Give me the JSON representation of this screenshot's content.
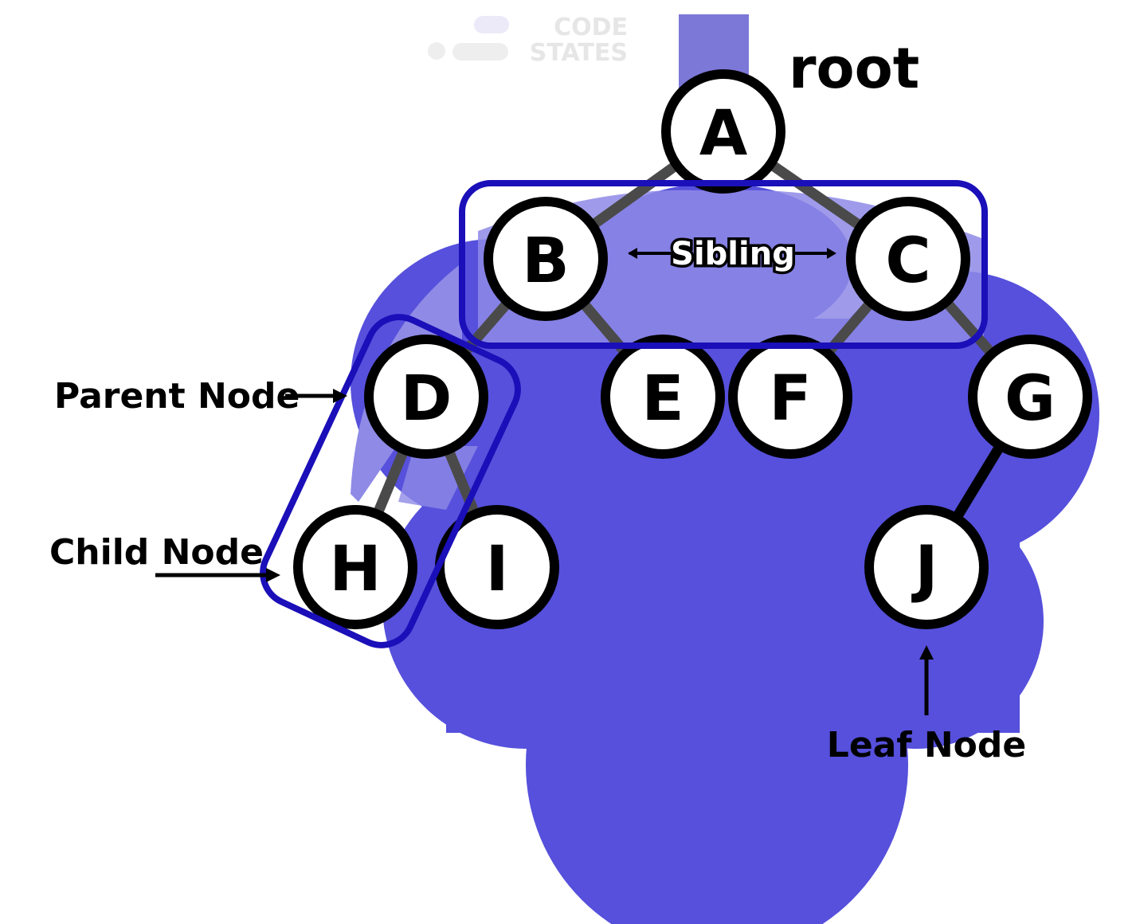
{
  "logo": {
    "line1": "CODE",
    "line2": "STATES"
  },
  "labels": {
    "root": "root",
    "sibling": "Sibling",
    "parent": "Parent Node",
    "child": "Child Node",
    "leaf": "Leaf Node"
  },
  "nodes": {
    "A": "A",
    "B": "B",
    "C": "C",
    "D": "D",
    "E": "E",
    "F": "F",
    "G": "G",
    "H": "H",
    "I": "I",
    "J": "J"
  },
  "colors": {
    "tree_blob": "#5650DC",
    "tree_blob_light": "#8E8AE6",
    "trunk": "#7C78D8",
    "highlight_box": "#1A0FB8",
    "edge": "#4A4A4A",
    "node_fill": "#FFFFFF",
    "node_stroke": "#000000",
    "logo": "#E8E8EE"
  }
}
